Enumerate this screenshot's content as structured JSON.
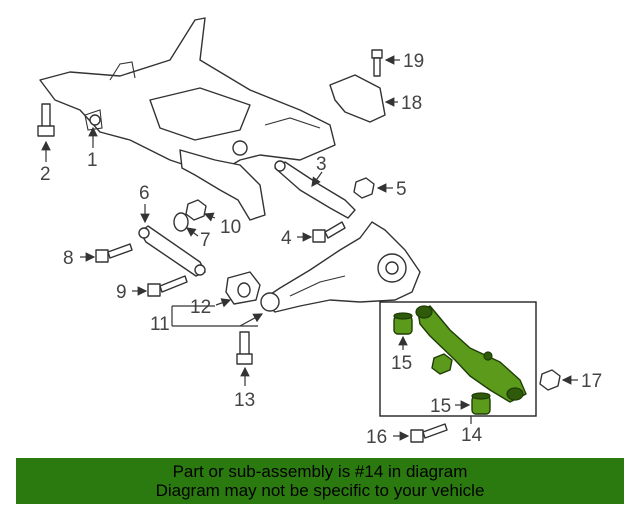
{
  "callouts": {
    "c1": "1",
    "c2": "2",
    "c3": "3",
    "c4": "4",
    "c5": "5",
    "c6": "6",
    "c7": "7",
    "c8": "8",
    "c9": "9",
    "c10": "10",
    "c11": "11",
    "c12": "12",
    "c13": "13",
    "c14": "14",
    "c15a": "15",
    "c15b": "15",
    "c16": "16",
    "c17": "17",
    "c18": "18",
    "c19": "19"
  },
  "colors": {
    "highlight": "#5c9a1c",
    "banner": "#2a7a10"
  },
  "banner": {
    "line1": "Part or sub-assembly is #14 in diagram",
    "line2": "Diagram may not be specific to your vehicle"
  }
}
